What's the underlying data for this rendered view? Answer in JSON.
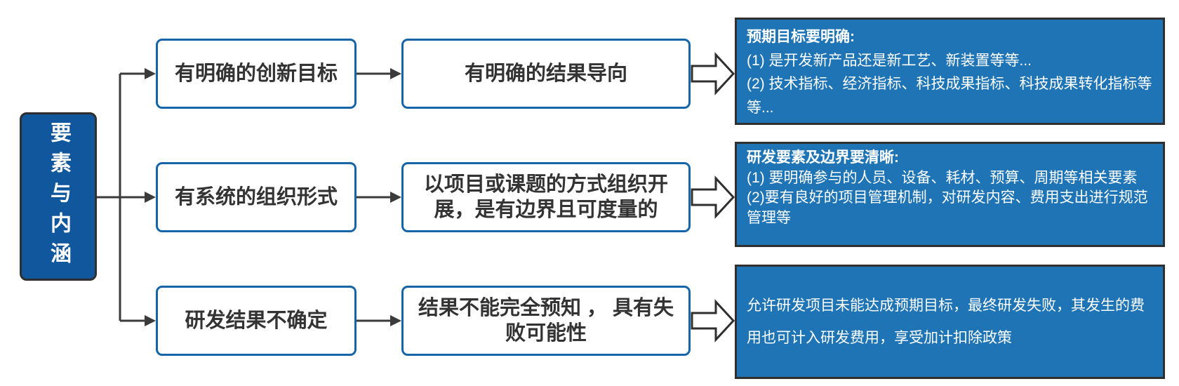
{
  "diagram": {
    "root": {
      "label": "要素与内涵"
    },
    "rows": [
      {
        "feature": "有明确的创新目标",
        "result": "有明确的结果导向",
        "detail": {
          "title": "预期目标要明确:",
          "lines": [
            "(1) 是开发新产品还是新工艺、新装置等等...",
            "(2) 技术指标、经济指标、科技成果指标、科技成果转化指标等等..."
          ]
        }
      },
      {
        "feature": "有系统的组织形式",
        "result": "以项目或课题的方式组织开展，是有边界且可度量的",
        "detail": {
          "title": "研发要素及边界要清晰:",
          "lines": [
            "(1) 要明确参与的人员、设备、耗材、预算、周期等相关要素",
            "(2)要有良好的项目管理机制，对研发内容、费用支出进行规范管理等"
          ]
        }
      },
      {
        "feature": "研发结果不确定",
        "result": "结果不能完全预知 ， 具有失败可能性",
        "detail": {
          "title": "",
          "lines": [
            "允许研发项目未能达成预期目标，最终研发失败，其发生的费用也可计入研发费用，享受加计扣除政策"
          ]
        }
      }
    ],
    "colors": {
      "root_fill": "#11579E",
      "panel_fill": "#1E74B5",
      "white_box_border": "#1565A8",
      "connector": "#3B3B3B",
      "dark_border": "#2F2F2F",
      "text_dark": "#333333",
      "text_light": "#FFFFFF"
    }
  }
}
